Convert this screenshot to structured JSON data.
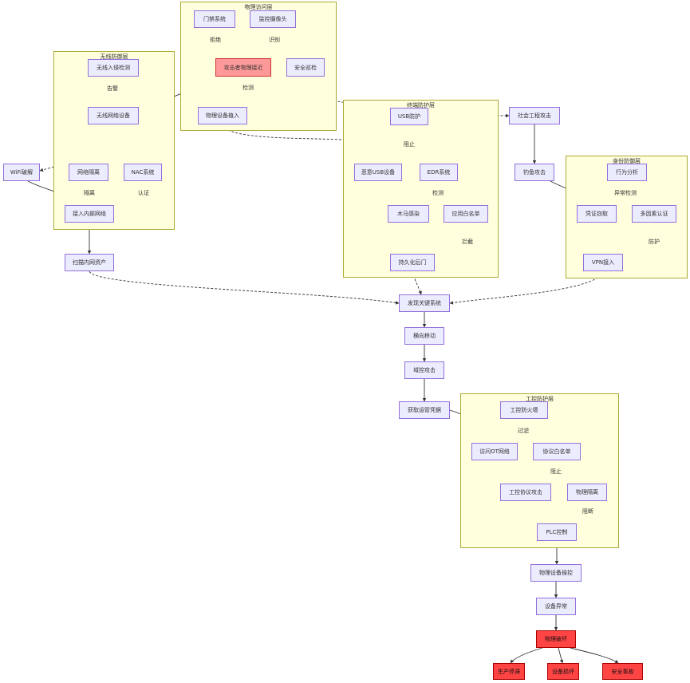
{
  "groups": {
    "physical": "物理访问层",
    "wireless": "无线防御层",
    "usb": "终端防护层",
    "identity": "身份防御层",
    "ics": "工控防护层"
  },
  "nodes": {
    "gate_system": "门禁系统",
    "camera": "监控摄像头",
    "attacker_physical": "攻击者物理接近",
    "security_guard": "安全巡检",
    "device_implant": "物理设备植入",
    "rogue_ap": "无线入侵检测",
    "wireless_net": "无线网络设备",
    "wifi_crack": "WiFi破解",
    "net_isolation": "网络隔离",
    "nac": "NAC系统",
    "internal_net": "接入内部网络",
    "scan_assets": "扫描内网资产",
    "usb_control": "USB防护",
    "malicious_usb": "恶意USB设备",
    "edr": "EDR系统",
    "trojan": "木马感染",
    "whitelist": "应用白名单",
    "backdoor": "持久化后门",
    "social_engineering": "社会工程攻击",
    "phishing": "钓鱼攻击",
    "behavior_analysis": "行为分析",
    "credential_theft": "凭证窃取",
    "mfa": "多因素认证",
    "vpn_access": "VPN接入",
    "key_systems": "发现关键系统",
    "lateral": "横向移动",
    "privilege": "域控攻击",
    "ot_credentials": "获取运管凭据",
    "ics_firewall": "工控防火墙",
    "ot_network": "访问OT网络",
    "protocol_whitelist": "协议白名单",
    "ics_protocol": "工控协议攻击",
    "physical_isolation": "物理隔离",
    "plc_control": "PLC控制",
    "device_manipulation": "物理设备操控",
    "device_abnormal": "设备异常",
    "physical_damage": "物理破坏",
    "production_stop": "生产停滞",
    "equipment_damage": "设备损坏",
    "safety_incident": "安全事故"
  },
  "edge_labels": {
    "deny": "拒绝",
    "record": "识别",
    "detect": "检测",
    "alarm": "告警",
    "isolate": "隔离",
    "authenticate": "认证",
    "block": "阻止",
    "detect2": "检测",
    "intercept": "拦截",
    "anomaly": "异常检测",
    "protect": "防护",
    "filter": "过滤",
    "block2": "阻止",
    "cut": "阻断"
  }
}
